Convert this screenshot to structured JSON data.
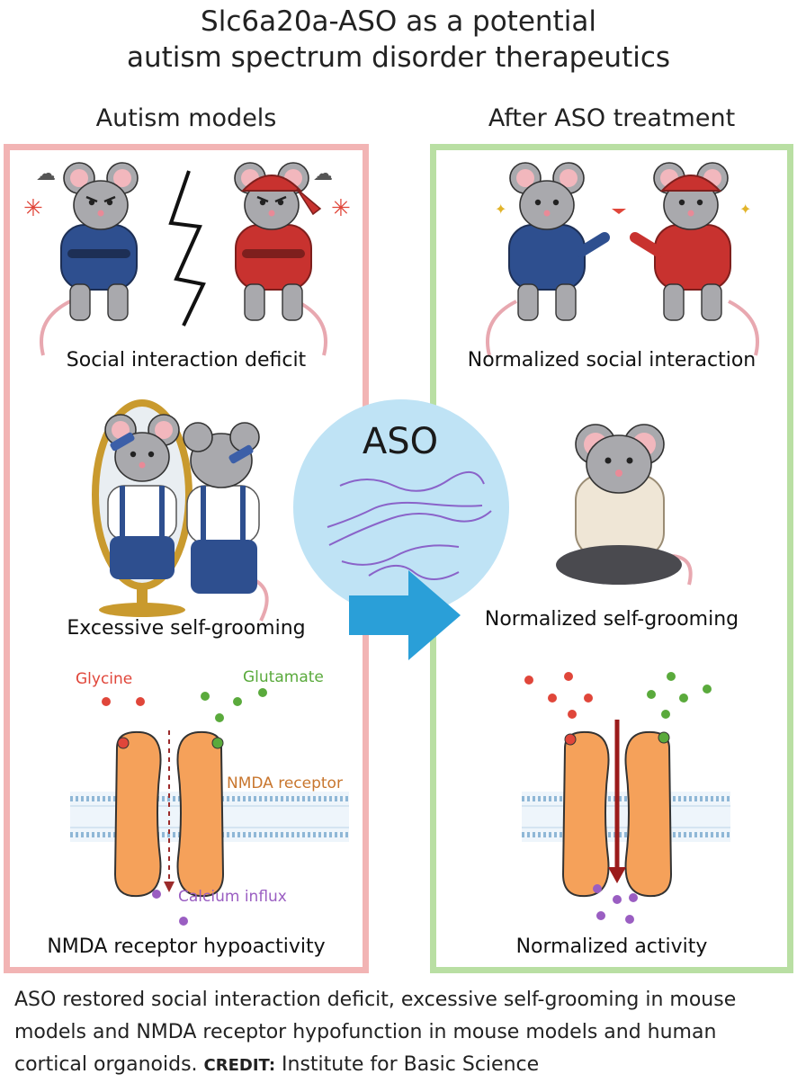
{
  "title_line1": "Slc6a20a-ASO as a potential",
  "title_line2": "autism spectrum disorder therapeutics",
  "left_column": {
    "heading": "Autism models",
    "captions": {
      "social": "Social interaction deficit",
      "grooming": "Excessive self-grooming",
      "nmda": "NMDA receptor hypoactivity"
    },
    "labels": {
      "glycine": "Glycine",
      "glutamate": "Glutamate",
      "receptor": "NMDA receptor",
      "calcium": "Calcium influx"
    }
  },
  "right_column": {
    "heading": "After ASO treatment",
    "captions": {
      "social": "Normalized social interaction",
      "grooming": "Normalized self-grooming",
      "nmda": "Normalized activity"
    }
  },
  "center": {
    "aso_label": "ASO"
  },
  "footer": {
    "text": "ASO restored social interaction deficit, excessive self-grooming in mouse models and NMDA receptor hypofunction in mouse models and human cortical organoids.",
    "credit_label": "CREDIT:",
    "credit_value": "Institute for Basic Science"
  },
  "colors": {
    "left_border": "#f2b4b4",
    "right_border": "#b9dfa3",
    "aso_circle": "#bfe3f5",
    "arrow": "#2a9fd8",
    "glycine": "#e0463a",
    "glutamate": "#5aaa3c",
    "calcium": "#9a5ec2",
    "receptor": "#f5a15a",
    "blue_hoodie": "#2e4f8f",
    "red_hoodie": "#c8322f"
  }
}
